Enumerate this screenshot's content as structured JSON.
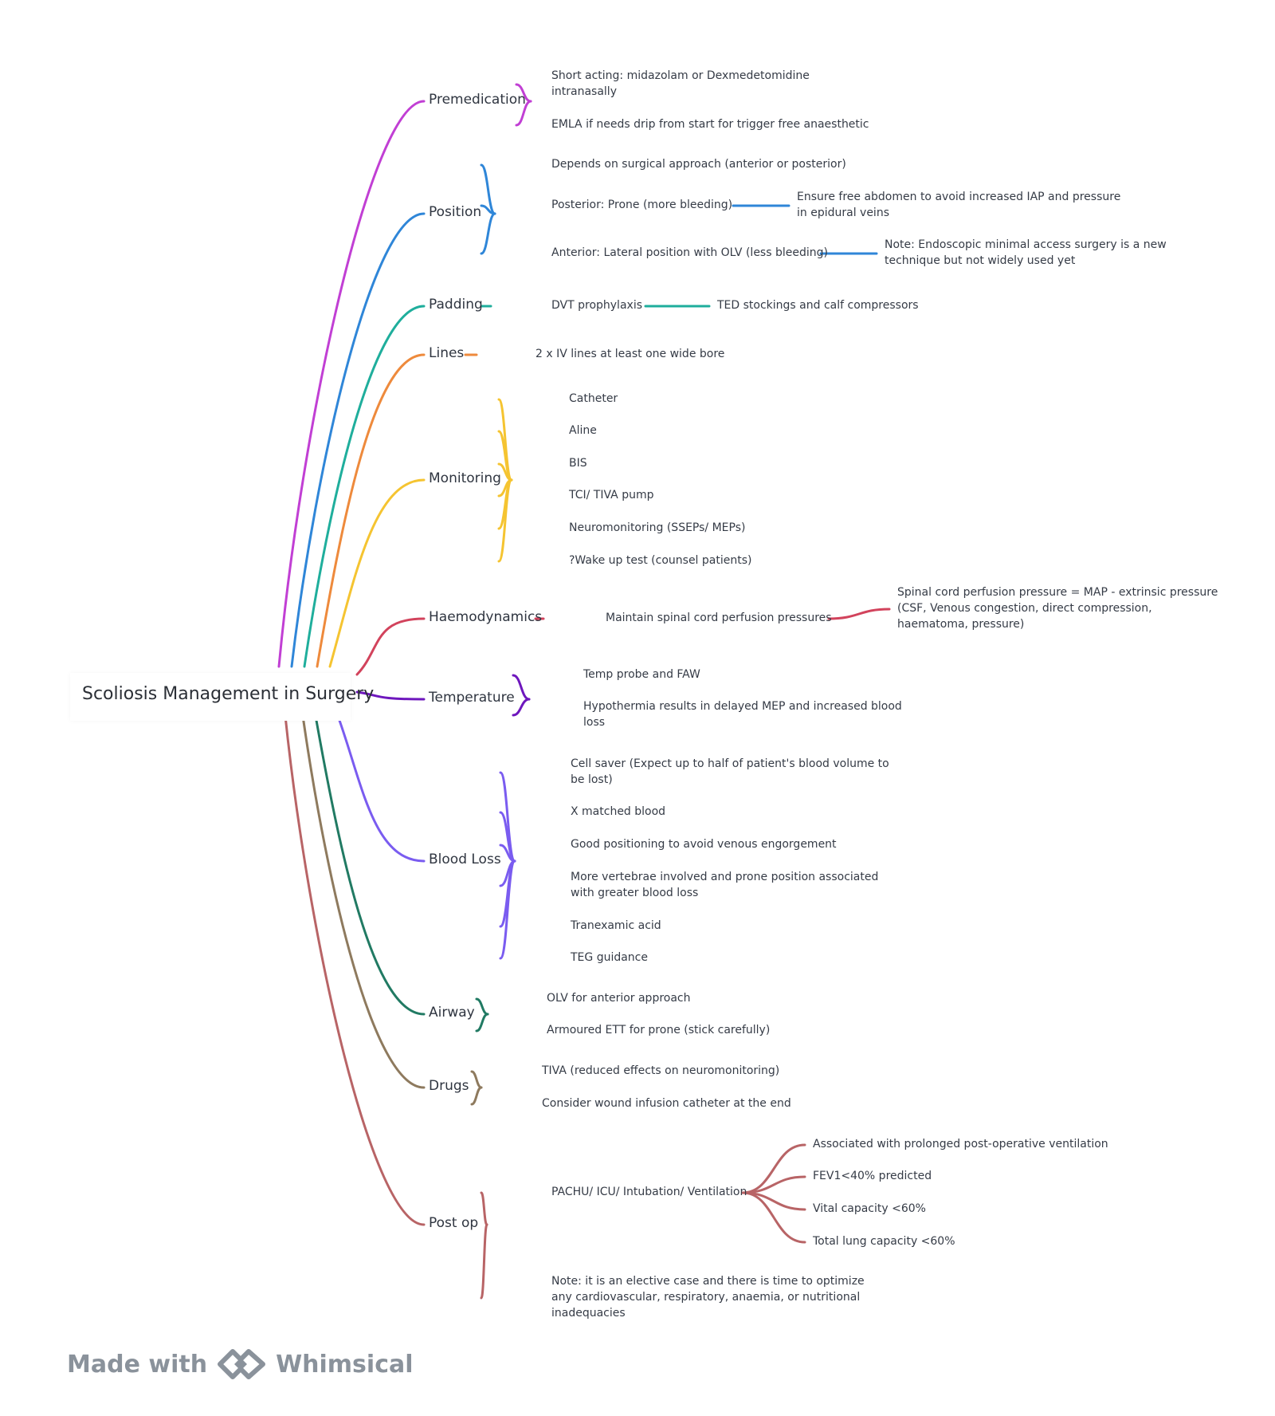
{
  "title": "Scoliosis Management in Surgery",
  "watermark": {
    "made_with": "Made with",
    "brand": "Whimsical"
  },
  "branches": [
    {
      "label": "Premedication",
      "color": "#c13fd4",
      "children": [
        {
          "label": "Short acting: midazolam or Dexmedetomidine\nintranasally"
        },
        {
          "label": "EMLA if needs drip from start for trigger free anaesthetic"
        }
      ]
    },
    {
      "label": "Position",
      "color": "#2f86d8",
      "children": [
        {
          "label": "Depends on surgical approach (anterior or posterior)"
        },
        {
          "label": "Posterior: Prone (more bleeding)",
          "children": [
            {
              "label": "Ensure free abdomen to avoid increased IAP and pressure\nin epidural veins"
            }
          ]
        },
        {
          "label": "Anterior: Lateral position with OLV (less bleeding)",
          "children": [
            {
              "label": "Note: Endoscopic minimal access surgery is a new\ntechnique but not widely used yet"
            }
          ]
        }
      ]
    },
    {
      "label": "Padding",
      "color": "#1fae9c",
      "children": [
        {
          "label": "DVT prophylaxis",
          "children": [
            {
              "label": "TED stockings and calf compressors"
            }
          ]
        }
      ]
    },
    {
      "label": "Lines",
      "color": "#ee8a3c",
      "children": [
        {
          "label": "2 x IV lines at least one wide bore"
        }
      ]
    },
    {
      "label": "Monitoring",
      "color": "#f5c431",
      "children": [
        {
          "label": "Catheter"
        },
        {
          "label": "Aline"
        },
        {
          "label": "BIS"
        },
        {
          "label": "TCI/ TIVA pump"
        },
        {
          "label": "Neuromonitoring (SSEPs/ MEPs)"
        },
        {
          "label": "?Wake up test (counsel patients)"
        }
      ]
    },
    {
      "label": "Haemodynamics",
      "color": "#d2435c",
      "children": [
        {
          "label": "Maintain spinal cord perfusion pressures",
          "children": [
            {
              "label": "Spinal cord perfusion pressure = MAP - extrinsic pressure\n(CSF, Venous congestion, direct compression,\nhaematoma, pressure)"
            }
          ]
        }
      ]
    },
    {
      "label": "Temperature",
      "color": "#6e17bd",
      "children": [
        {
          "label": "Temp probe and FAW"
        },
        {
          "label": "Hypothermia results in delayed MEP and increased blood\nloss"
        }
      ]
    },
    {
      "label": "Blood Loss",
      "color": "#7a5cf0",
      "children": [
        {
          "label": "Cell saver (Expect up to half of patient's blood volume to\nbe lost)"
        },
        {
          "label": "X matched blood"
        },
        {
          "label": "Good positioning to avoid venous engorgement"
        },
        {
          "label": "More vertebrae involved and prone position associated\nwith greater blood loss"
        },
        {
          "label": "Tranexamic acid"
        },
        {
          "label": "TEG guidance"
        }
      ]
    },
    {
      "label": "Airway",
      "color": "#217a63",
      "children": [
        {
          "label": "OLV for anterior approach"
        },
        {
          "label": "Armoured ETT for prone (stick carefully)"
        }
      ]
    },
    {
      "label": "Drugs",
      "color": "#8e7a5e",
      "children": [
        {
          "label": "TIVA (reduced effects on neuromonitoring)"
        },
        {
          "label": "Consider wound infusion catheter at the end"
        }
      ]
    },
    {
      "label": "Post op",
      "color": "#b86466",
      "children": [
        {
          "label": "PACHU/ ICU/ Intubation/ Ventilation",
          "children": [
            {
              "label": "Associated with prolonged post-operative ventilation"
            },
            {
              "label": "FEV1<40% predicted"
            },
            {
              "label": "Vital capacity <60%"
            },
            {
              "label": "Total lung capacity <60%"
            }
          ]
        },
        {
          "label": "Note: it is an elective case and there is time to optimize\nany cardiovascular, respiratory, anaemia, or nutritional\ninadequacies"
        }
      ]
    }
  ]
}
